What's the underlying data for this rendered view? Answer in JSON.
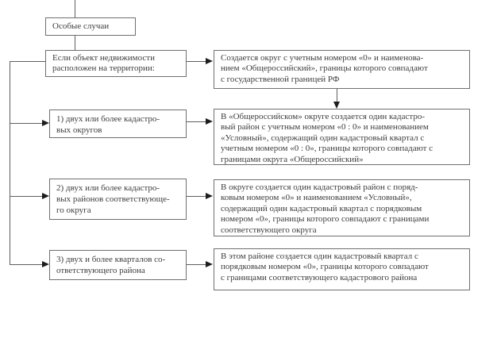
{
  "colors": {
    "background": "#ffffff",
    "box_border": "#6f6f6f",
    "connector_line": "#5e5e5e",
    "arrowhead": "#1d1d1d",
    "text": "#3d3d3d"
  },
  "flowchart": {
    "start": "Особые случаи",
    "condition": "Если объект недвижимости\nрасположен на территории:",
    "root_result": "Создается округ с учетным номером «0» и наименова-\nнием «Общероссийский», границы которого совпадают\nс государственной границей РФ",
    "branches": [
      {
        "case": "1) двух или более кадастро-\nвых округов",
        "result": "В «Общероссийском» округе создается один кадастро-\nвый район с учетным номером «0 : 0» и наименованием\n«Условный», содержащий один кадастровый квартал с\nучетным номером «0 : 0», границы которого совпадают с\nграницами округа «Общероссийский»"
      },
      {
        "case": "2) двух или более кадастро-\nвых районов соответствующе-\nго округа",
        "result": "В округе создается один кадастровый район с поряд-\nковым номером «0» и наименованием «Условный»,\nсодержащий один кадастровый квартал с порядковым\nномером «0», границы которого совпадают с границами\nсоответствующего округа"
      },
      {
        "case": "3) двух и более кварталов со-\nответствующего района",
        "result": "В этом районе создается один кадастровый квартал с\nпорядковым номером «0», границы которого совпадают\nс границами соответствующего кадастрового района"
      }
    ]
  }
}
